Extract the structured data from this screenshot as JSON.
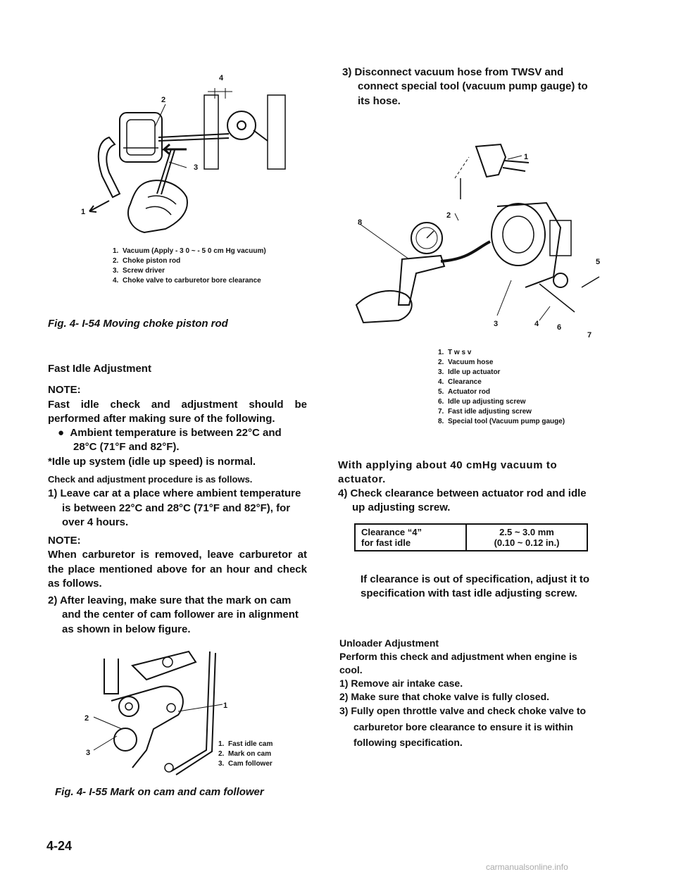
{
  "fig54": {
    "callouts": [
      "4",
      "2",
      "3",
      "1"
    ],
    "legend": [
      {
        "n": "1.",
        "t": "Vacuum (Apply - 3 0 ~ - 5 0 cm Hg vacuum)"
      },
      {
        "n": "2.",
        "t": "Choke piston rod"
      },
      {
        "n": "3.",
        "t": "Screw driver"
      },
      {
        "n": "4.",
        "t": "Choke valve to carburetor bore clearance"
      }
    ],
    "caption": "Fig. 4- I-54 Moving choke piston rod"
  },
  "fast_idle": {
    "heading": "Fast Idle Adjustment",
    "note1_label": "NOTE:",
    "note1_text": "Fast idle check and adjustment should be performed after making sure of the following.",
    "bullet": "Ambient temperature is between 22°C and 28°C (71°F and 82°F).",
    "idle_up": "*Idle up system (idle up speed) is normal.",
    "procedure": "Check and adjustment procedure is as follows.",
    "step1": "1) Leave car at a place where ambient temperature is between 22°C and 28°C (71°F and 82°F), for over 4 hours.",
    "note2_label": "NOTE:",
    "note2_text": "When carburetor is removed, leave carburetor at the place mentioned above for an hour and check as follows.",
    "step2": "2) After leaving, make sure that the mark on cam and the center of cam follower are in alignment as shown in below figure."
  },
  "fig55": {
    "callouts": [
      "1",
      "2",
      "3"
    ],
    "legend": [
      {
        "n": "1.",
        "t": "Fast idle cam"
      },
      {
        "n": "2.",
        "t": "Mark on cam"
      },
      {
        "n": "3.",
        "t": "Cam follower"
      }
    ],
    "caption": "Fig. 4- I-55 Mark on cam and cam follower"
  },
  "step3": "3) Disconnect vacuum hose from TWSV and connect special tool (vacuum pump gauge) to its hose.",
  "fig_right": {
    "callouts": [
      "1",
      "2",
      "8",
      "5",
      "3",
      "4",
      "6",
      "7"
    ],
    "legend": [
      {
        "n": "1.",
        "t": "T w s v"
      },
      {
        "n": "2.",
        "t": "Vacuum hose"
      },
      {
        "n": "3.",
        "t": "Idle up actuator"
      },
      {
        "n": "4.",
        "t": "Clearance"
      },
      {
        "n": "5.",
        "t": "Actuator rod"
      },
      {
        "n": "6.",
        "t": "Idle up adjusting screw"
      },
      {
        "n": "7.",
        "t": "Fast idle adjusting screw"
      },
      {
        "n": "8.",
        "t": "Special tool (Vacuum pump gauge)"
      }
    ]
  },
  "vacuum_text": "With applying about 40 cmHg vacuum to actuator.",
  "step4": "4) Check clearance between actuator rod and idle up adjusting screw.",
  "spec": {
    "label_line1": "Clearance “4”",
    "label_line2": "for fast idle",
    "value_line1": "2.5 ~ 3.0 mm",
    "value_line2": "(0.10 ~ 0.12 in.)"
  },
  "adjust_text": "If clearance is out of specification, adjust it to specification with tast idle adjusting screw.",
  "unloader": {
    "heading": "Unloader Adjustment",
    "intro": "Perform this check and adjustment when engine is cool.",
    "step1": "1) Remove air intake case.",
    "step2": "2) Make sure that choke valve is fully closed.",
    "step3": "3) Fully open throttle valve and check choke valve to carburetor bore clearance to ensure it is within following specification."
  },
  "page_number": "4-24",
  "footer": "carmanualsonline.info"
}
